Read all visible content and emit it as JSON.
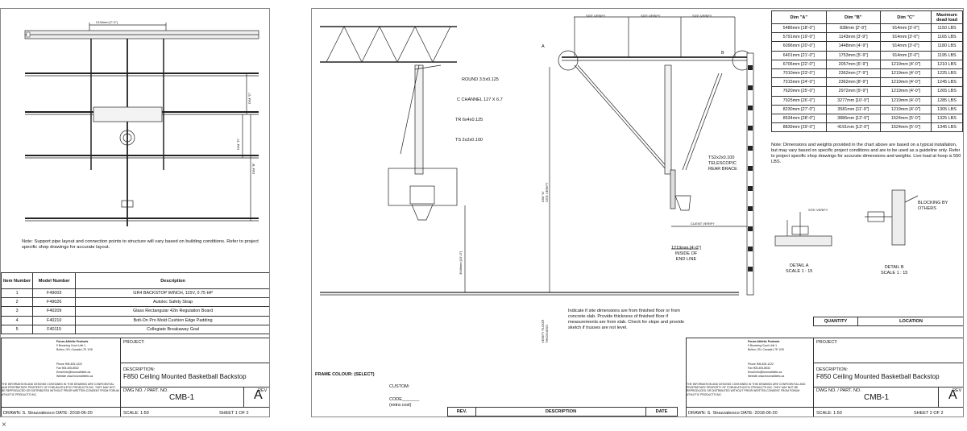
{
  "sheet1": {
    "dim_top": "2134mm [7'-0\"]",
    "dim_c": "DIM \"C\"",
    "dim_d": "DIM \"D\"",
    "dim_b": "DIM \"B\"",
    "note": "Note: Support pipe layout and connection points to structure will vary based on building conditions. Refer to project specific shop drawings for accurate layout.",
    "bom_headers": [
      "Item Number",
      "Model Number",
      "Description"
    ],
    "bom_rows": [
      [
        "1",
        "F49003",
        "GR4 BACKSTOP WINCH, 115V, 0.75 HP"
      ],
      [
        "2",
        "F49026",
        "Autoloc Safety Strap"
      ],
      [
        "3",
        "F40209",
        "Glass Rectangular 42in Regulation Board"
      ],
      [
        "4",
        "F40210",
        "Bolt-On Pro Mold Cushion Edge Padding"
      ],
      [
        "5",
        "F40115",
        "Collegiate Breakaway Goal"
      ]
    ],
    "sheet_no": "SHEET 1 OF 2"
  },
  "sheet2": {
    "site_verify": "SITE VERIFY",
    "labels": {
      "round": "ROUND 3.5x0.125",
      "channel": "C CHANNEL 127 X 6.7",
      "tr": "TR 6x4x0.125",
      "ts": "TS 2x2x0.100",
      "telescopic": "TS2x2x0.100\nTELESCOPIC\nREAR BRACE",
      "client_verify": "CLIENT VERIFY",
      "inside": "1219mm [4'-0\"]\nINSIDE OF\nEND LINE",
      "dim_a": "DIM \"A\"\nSITE VERIFY",
      "height": "3048mm [10'-0\"]",
      "floor": "VERIFY FLOOR\nTHICKNESS",
      "detail_a": "DETAIL A\nSCALE 1 : 15",
      "detail_b": "DETAIL B\nSCALE 1 : 15",
      "blocking": "BLOCKING BY\nOTHERS",
      "ref_a": "A",
      "ref_b": "B"
    },
    "indicate": "Indicate if site dimensions are from finished floor or from concrete slab. Provide thickness of finished floor if measurements are from slab. Check for slope and provide sketch if trusses are not level.",
    "frame_colour": "FRAME COLOUR: (SELECT)",
    "custom": "CUSTOM:",
    "code": "CODE_______\n(extra cost)",
    "rev_headers": [
      "REV.",
      "DESCRIPTION",
      "DATE"
    ],
    "dim_headers": [
      "Dim \"A\"",
      "Dim \"B\"",
      "Dim \"C\"",
      "Maximum dead load"
    ],
    "dim_rows": [
      [
        "5486mm [18'-0\"]",
        "838mm [2'-9\"]",
        "914mm [3'-0\"]",
        "1150 LBS"
      ],
      [
        "5791mm [19'-0\"]",
        "1143mm [3'-9\"]",
        "914mm [3'-0\"]",
        "1165 LBS"
      ],
      [
        "6096mm [20'-0\"]",
        "1448mm [4'-9\"]",
        "914mm [3'-0\"]",
        "1180 LBS"
      ],
      [
        "6401mm [21'-0\"]",
        "1753mm [5'-9\"]",
        "914mm [3'-0\"]",
        "1195 LBS"
      ],
      [
        "6706mm [22'-0\"]",
        "2057mm [6'-9\"]",
        "1219mm [4'-0\"]",
        "1210 LBS"
      ],
      [
        "7010mm [23'-0\"]",
        "2362mm [7'-9\"]",
        "1219mm [4'-0\"]",
        "1225 LBS"
      ],
      [
        "7315mm [24'-0\"]",
        "2362mm [8'-9\"]",
        "1219mm [4'-0\"]",
        "1245 LBS"
      ],
      [
        "7620mm [25'-0\"]",
        "2972mm [9'-9\"]",
        "1219mm [4'-0\"]",
        "1265 LBS"
      ],
      [
        "7925mm [26'-0\"]",
        "3277mm [10'-9\"]",
        "1219mm [4'-0\"]",
        "1285 LBS"
      ],
      [
        "8230mm [27'-0\"]",
        "3581mm [11'-9\"]",
        "1219mm [4'-0\"]",
        "1305 LBS"
      ],
      [
        "8534mm [28'-0\"]",
        "3886mm [12'-9\"]",
        "1524mm [5'-0\"]",
        "1325 LBS"
      ],
      [
        "8839mm [29'-0\"]",
        "4191mm [13'-9\"]",
        "1524mm [5'-0\"]",
        "1345 LBS"
      ]
    ],
    "dim_note": "Note: Dimensions and weights provided in the chart above are based on a typical installation, but may vary based on specific project conditions and are to be used as a guideline only. Refer to project specific shop drawings for accurate dimensions and weights. Live load at hoop is 550 LBS.",
    "qty_headers": [
      "QUANTITY",
      "LOCATION"
    ],
    "sheet_no": "SHEET 2 OF 2"
  },
  "title_block": {
    "company": "Forum Athletic Products",
    "address1": "9 Browning Court Unit 1",
    "address2": "Bolton, ON, Canada L7E 1G8",
    "phone": "Phone 905-405-1222",
    "fax": "Fax 905-405-8532",
    "email": "Email info@forumathletic.ca",
    "website": "Website www.forumathletic.ca",
    "legal": "THE INFORMATION AND DESIGNS CONTAINED IN THIS DRAWING ARE CONFIDENTIAL AND PROPRIETARY PROPERTY OF FORUM ATHLETIC PRODUCTS INC. THEY MAY NOT BE REPRODUCED OR DISTRIBUTED WITHOUT PRIOR WRITTEN CONSENT FROM FORUM ATHLETIC PRODUCTS INC.",
    "project": "PROJECT:",
    "description_label": "DESCRIPTION:",
    "description": "F850 Ceiling Mounted Basketball Backstop",
    "dwg_label": "DWG NO. / PART. NO.",
    "dwg": "CMB-1",
    "rev_label": "REV",
    "rev": "A",
    "drawn": "DRAWN: S. Strazzabosco DATE: 2018-06-20",
    "scale": "SCALE: 1:50"
  },
  "close_glyph": "×"
}
